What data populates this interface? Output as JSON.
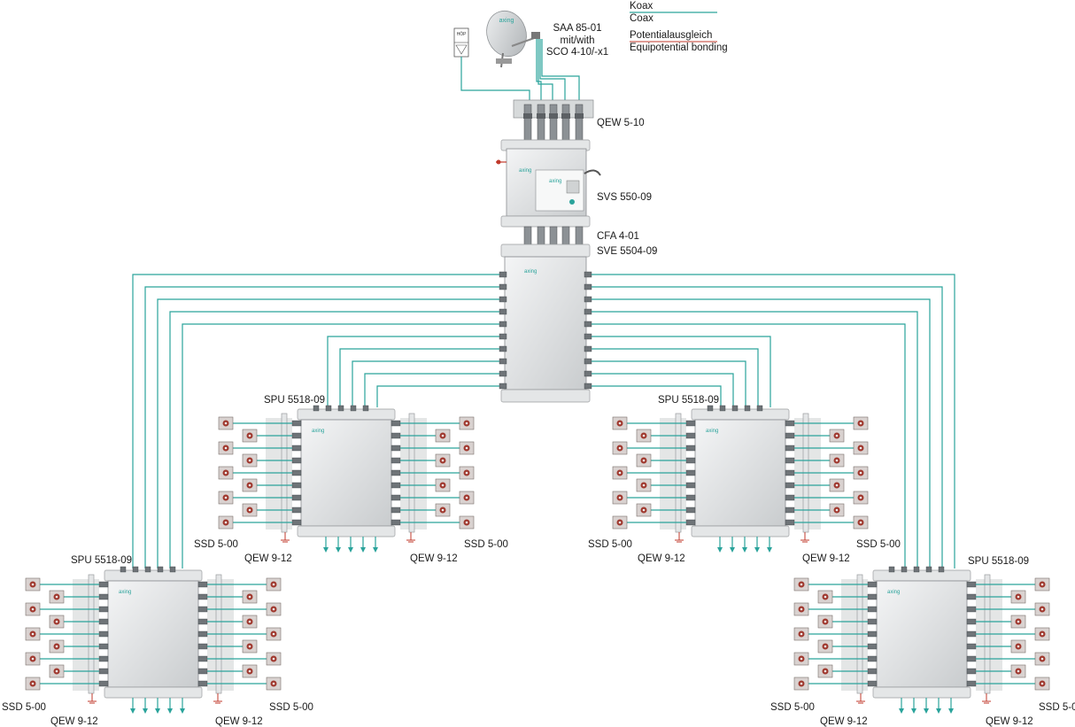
{
  "legend": {
    "koax": "Koax",
    "coax": "Coax",
    "potentialausgleich": "Potentialausgleich",
    "equipotential": "Equipotential bonding"
  },
  "labels": {
    "saa_line1": "SAA 85-01",
    "saa_line2": "mit/with",
    "saa_line3": "SCO 4-10/-x1",
    "qew510": "QEW 5-10",
    "svs": "SVS 550-09",
    "cfa": "CFA 4-01",
    "sve": "SVE 5504-09",
    "spu": "SPU 5518-09",
    "ssd": "SSD 5-00",
    "qew912": "QEW 9-12",
    "hop": "HÖP",
    "brand": "axing"
  },
  "colors": {
    "coax": "#2aa39b",
    "bonding": "#c0392b"
  }
}
